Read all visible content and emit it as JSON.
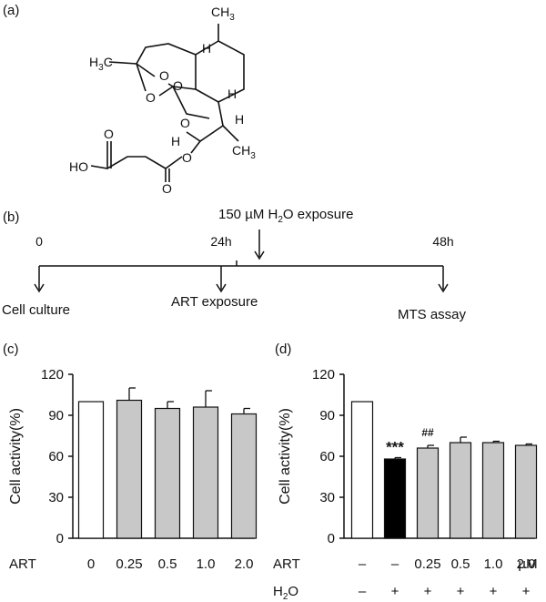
{
  "panels": {
    "a_label": "(a)",
    "b_label": "(b)",
    "c_label": "(c)",
    "d_label": "(d)"
  },
  "structure": {
    "ch3_top": "CH",
    "ch3_top_sub": "3",
    "h3c_left": "H",
    "h3c_left_sub": "3",
    "h3c_left_c": "C",
    "ch3_bottom": "CH",
    "ch3_bottom_sub": "3",
    "ho": "HO",
    "o": "O",
    "h": "H"
  },
  "timeline": {
    "exposure_prefix": "150 µM H",
    "exposure_sub": "2",
    "exposure_mid": "O",
    "exposure_suffix": " exposure",
    "t0": "0",
    "t24": "24h",
    "t48": "48h",
    "cell_culture": "Cell culture",
    "art_exposure": "ART exposure",
    "mts_assay": "MTS assay"
  },
  "chart_data": [
    {
      "type": "bar",
      "panel": "c",
      "ylabel": "Cell activity(%)",
      "ylim": [
        0,
        120
      ],
      "yticks": [
        0,
        30,
        60,
        90,
        120
      ],
      "row_label": "ART",
      "categories": [
        "0",
        "0.25",
        "0.5",
        "1.0",
        "2.0"
      ],
      "values": [
        100,
        101,
        95,
        96,
        91
      ],
      "errors": [
        0,
        9,
        5,
        12,
        4
      ],
      "colors": [
        "#ffffff",
        "#c8c8c8",
        "#c8c8c8",
        "#c8c8c8",
        "#c8c8c8"
      ]
    },
    {
      "type": "bar",
      "panel": "d",
      "ylabel": "Cell activity(%)",
      "ylim": [
        0,
        120
      ],
      "yticks": [
        0,
        30,
        60,
        90,
        120
      ],
      "row1_label": "ART",
      "row1_unit": "µM",
      "row2_label_prefix": "H",
      "row2_label_sub": "2",
      "row2_label_suffix": "O",
      "categories": [
        "–",
        "–",
        "0.25",
        "0.5",
        "1.0",
        "2.0"
      ],
      "h2o2": [
        "–",
        "+",
        "+",
        "+",
        "+",
        "+"
      ],
      "values": [
        100,
        58,
        66,
        70,
        70,
        68
      ],
      "errors": [
        0,
        1,
        2,
        4,
        1,
        1
      ],
      "colors": [
        "#ffffff",
        "#000000",
        "#c8c8c8",
        "#c8c8c8",
        "#c8c8c8",
        "#c8c8c8"
      ],
      "annotations": [
        "",
        "***",
        "##",
        "",
        "",
        ""
      ]
    }
  ]
}
